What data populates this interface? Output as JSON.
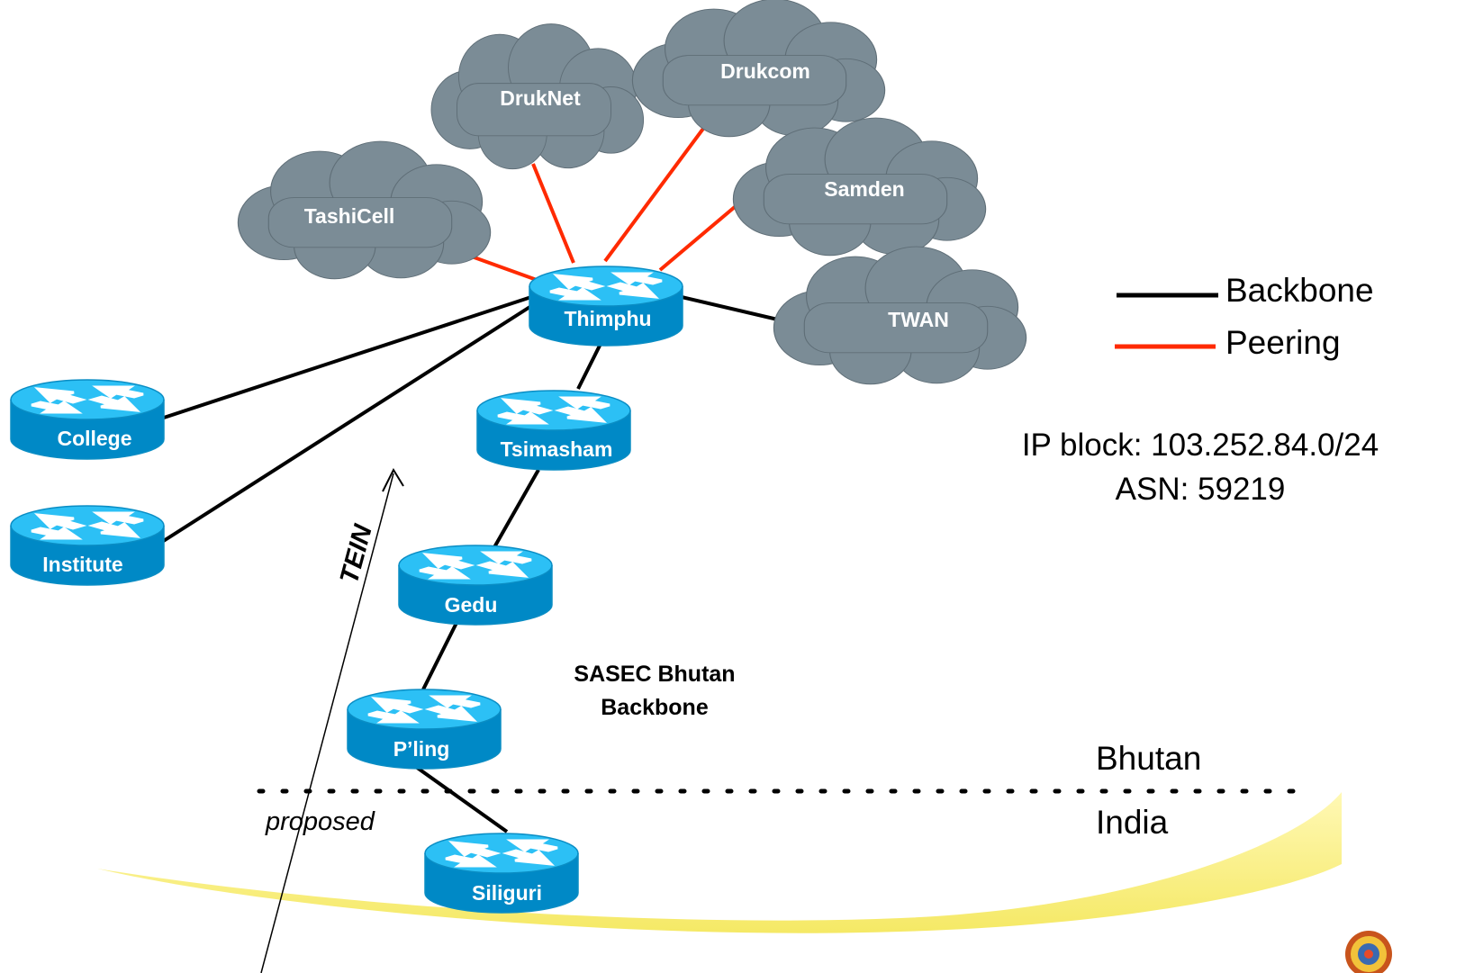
{
  "clouds": {
    "tashicell": "TashiCell",
    "druknet": "DrukNet",
    "drukcom": "Drukcom",
    "samden": "Samden",
    "twan": "TWAN"
  },
  "routers": {
    "thimphu": "Thimphu",
    "college": "College",
    "institute": "Institute",
    "tsimasham": "Tsimasham",
    "gedu": "Gedu",
    "pling": "P’ling",
    "siliguri": "Siliguri"
  },
  "legend": {
    "backbone_label": "Backbone",
    "peering_label": "Peering",
    "backbone_color": "#000000",
    "peering_color": "#ff2a00"
  },
  "info": {
    "ip_block": "IP block: 103.252.84.0/24",
    "asn": "ASN: 59219"
  },
  "backbone_title": {
    "line1": "SASEC Bhutan",
    "line2": "Backbone"
  },
  "annotations": {
    "tein": "TEIN",
    "proposed": "proposed"
  },
  "regions": {
    "bhutan": "Bhutan",
    "india": "India"
  },
  "colors": {
    "router_blue": "#00aeef",
    "cloud_gray": "#7b8c96",
    "boundary_yellow": "#f5ec6a"
  }
}
